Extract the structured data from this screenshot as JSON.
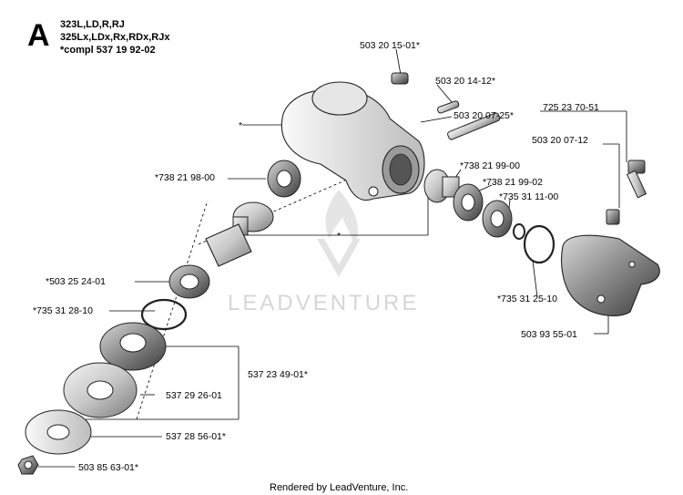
{
  "header": {
    "section_letter": "A",
    "lines": [
      "323L,LD,R,RJ",
      "325Lx,LDx,Rx,RDx,RJx",
      "*compl 537 19 92-02"
    ]
  },
  "watermark": {
    "text": "LEADVENTURE"
  },
  "footer": {
    "text": "Rendered by LeadVenture, Inc."
  },
  "callouts": {
    "p_503_20_15_01": "503 20 15-01*",
    "p_503_20_14_12": "503 20 14-12*",
    "p_503_20_07_25": "503 20 07-25*",
    "p_725_23_70_51": "725 23 70-51",
    "p_503_20_07_12": "503 20 07-12",
    "p_housing_star": "*",
    "p_738_21_98_00": "*738 21 98-00",
    "p_738_21_99_00": "*738 21 99-00",
    "p_738_21_99_02": "*738 21 99-02",
    "p_735_31_11_00": "*735 31 11-00",
    "p_shaft_star": "*",
    "p_503_25_24_01": "*503 25 24-01",
    "p_735_31_28_10": "*735 31 28-10",
    "p_735_31_25_10": "*735 31 25-10",
    "p_503_93_55_01": "503 93 55-01",
    "p_537_23_49_01": "537 23 49-01*",
    "p_537_29_26_01": "537 29 26-01",
    "p_537_28_56_01": "537 28 56-01*",
    "p_503_85_63_01": "503 85 63-01*"
  }
}
